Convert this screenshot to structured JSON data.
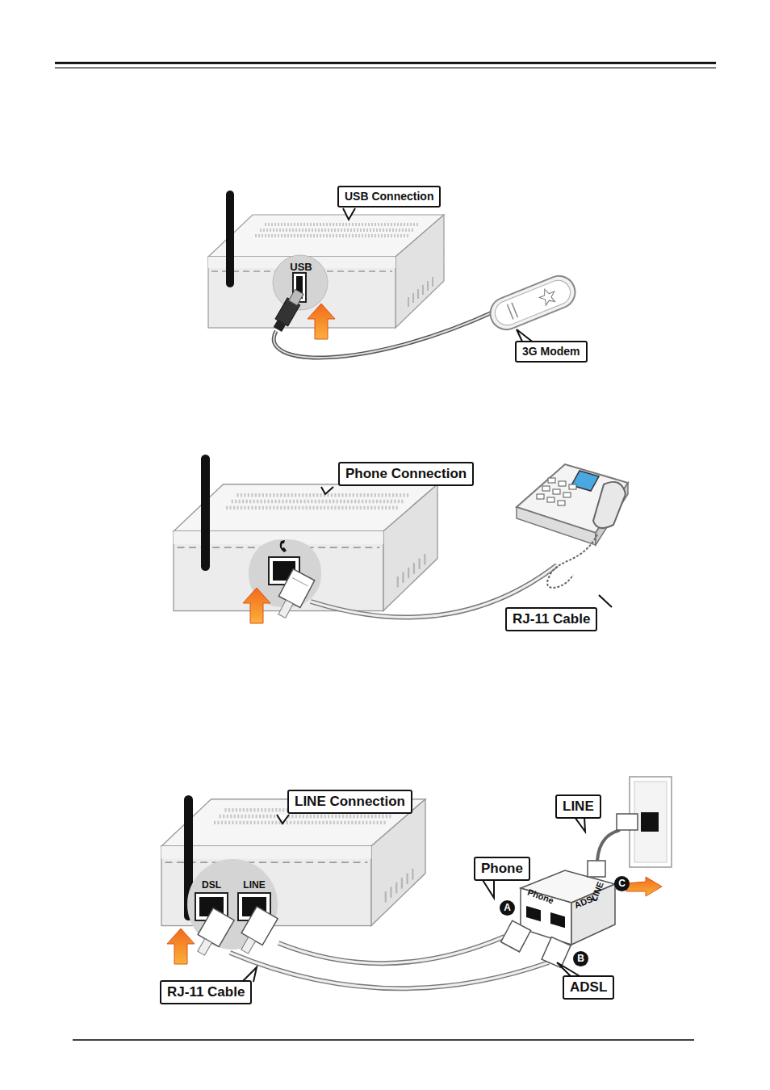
{
  "diagram": {
    "nodes": [
      {
        "text": [
          "USB Connection"
        ]
      },
      {
        "text": [
          "3G Modem"
        ]
      },
      {
        "text": [
          "Phone Connection"
        ]
      },
      {
        "text": [
          "RJ-11 Cable"
        ]
      },
      {
        "text": [
          "LINE Connection"
        ]
      },
      {
        "text": [
          "LINE"
        ]
      },
      {
        "text": [
          "Phone"
        ]
      },
      {
        "text": [
          "A"
        ]
      },
      {
        "text": [
          "C"
        ]
      },
      {
        "text": [
          "B"
        ]
      },
      {
        "text": [
          "ADSL"
        ]
      },
      {
        "text": [
          "RJ-11 Cable"
        ]
      }
    ],
    "labels": [
      "USB",
      "DSL",
      "LINE",
      "LINE",
      "Phone",
      "ADSL"
    ]
  }
}
